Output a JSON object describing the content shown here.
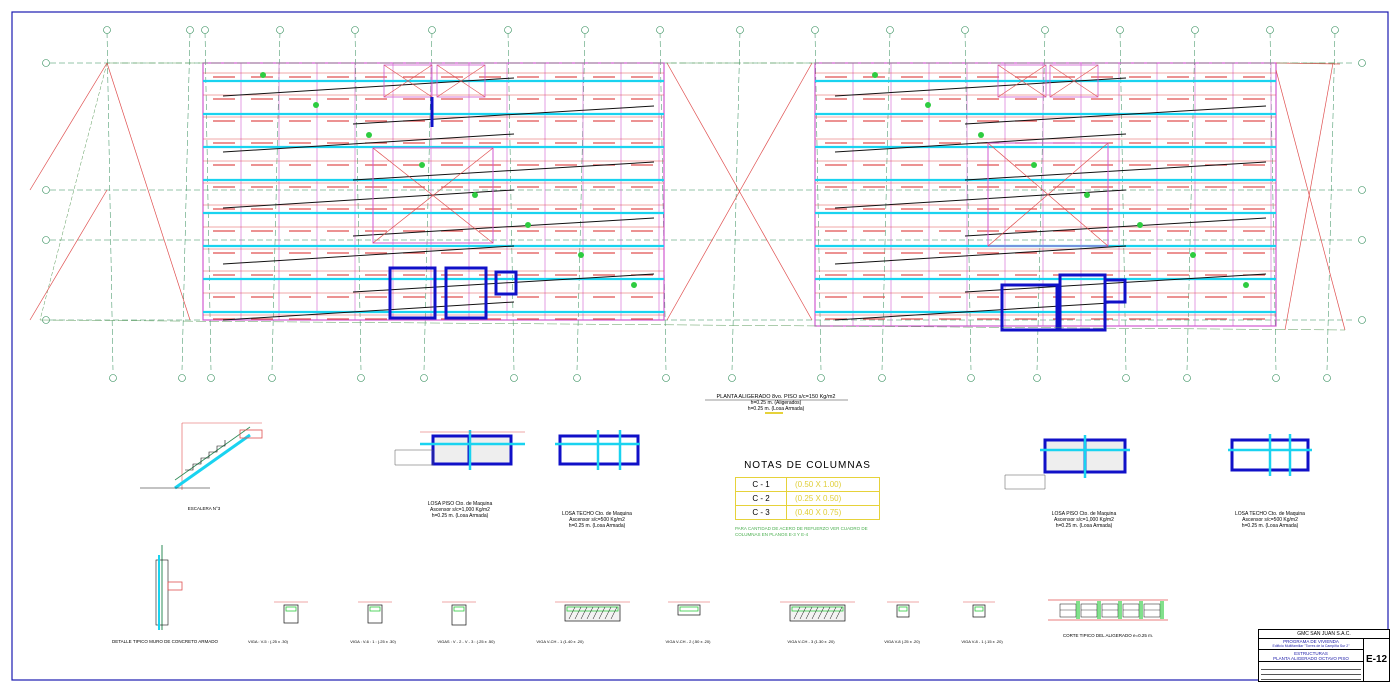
{
  "sheet": {
    "border_color": "#1a1ab0",
    "colors": {
      "grid": "#2e8b57",
      "slab_outline": "#d05ad0",
      "diagonal": "#e05050",
      "cyan_beam": "#19d3f0",
      "dark_rebar": "#111111",
      "wall_blue": "#1010c8",
      "note_yellow": "#e6d23a"
    }
  },
  "main_plan": {
    "title": "PLANTA ALIGERADO 8vo. PISO  s/c=150 Kg/m2",
    "line1": "h=0.25 m.  (Aligerados)",
    "line2": "h=0.25 m.  (Losa Armada)"
  },
  "details": {
    "stair": "ESCALERA N°3",
    "losa_piso_1": {
      "title": "LOSA  PISO  Cto. de Maquina",
      "line1": "Ascensor  s/c=1,000 Kg/m2",
      "line2": "h=0.25 m.  (Losa Armada)"
    },
    "losa_techo_1": {
      "title": "LOSA  TECHO  Cto. de Maquina",
      "line1": "Ascensor  s/c=500 Kg/m2",
      "line2": "h=0.25 m.  (Losa Armada)"
    },
    "losa_piso_2": {
      "title": "LOSA  PISO  Cto. de Maquina",
      "line1": "Ascensor  s/c=1,000 Kg/m2",
      "line2": "h=0.25 m.  (Losa Armada)"
    },
    "losa_techo_2": {
      "title": "LOSA  TECHO  Cto. de Maquina",
      "line1": "Ascensor  s/c=500 Kg/m2",
      "line2": "h=0.25 m.  (Losa Armada)"
    },
    "wall_detail": "DETALLE TIPICO MURO DE CONCRETO ARMADO",
    "corte": "CORTE TIPICO DEL ALIGERADO  e=0.25 m."
  },
  "beams": [
    "VIGA : V-5 : (.25 x .30)",
    "VIGA : V-6 : 1 : (.25 x .30)",
    "VIGAS : V - 2 - V - 3 : (.25 x .50)",
    "VIGA  V-CH - 1  (1.40 x .20)",
    "VIGA  V-CH - 2  (.50 x .20)",
    "VIGA  V-CH - 3  (1.30 x .20)",
    "VIGA  V-8  (.25 x .20)",
    "VIGA  V-8 - 1  (.15 x .20)"
  ],
  "notes": {
    "title": "NOTAS  DE  COLUMNAS",
    "rows": [
      {
        "col": "C - 1",
        "size": "(0.50 X 1.00)"
      },
      {
        "col": "C - 2",
        "size": "(0.25 X 0.50)"
      },
      {
        "col": "C - 3",
        "size": "(0.40 X 0.75)"
      }
    ],
    "remark": "PARA CANTIDAD DE ACERO DE REFUERZO VER CUADRO DE COLUMNAS EN PLANOS E-3 Y E-4"
  },
  "title_block": {
    "company": "GMC SAN JUAN S.A.C.",
    "project": "PROGRAMA DE VIVIENDA",
    "building": "Edificio Multifamiliar \"Torres de la Campiña Sur 2\"",
    "specialty": "ESTRUCTURAS",
    "plan": "PLANTA ALIGERADO OCTAVO PISO",
    "code": "E-12"
  }
}
